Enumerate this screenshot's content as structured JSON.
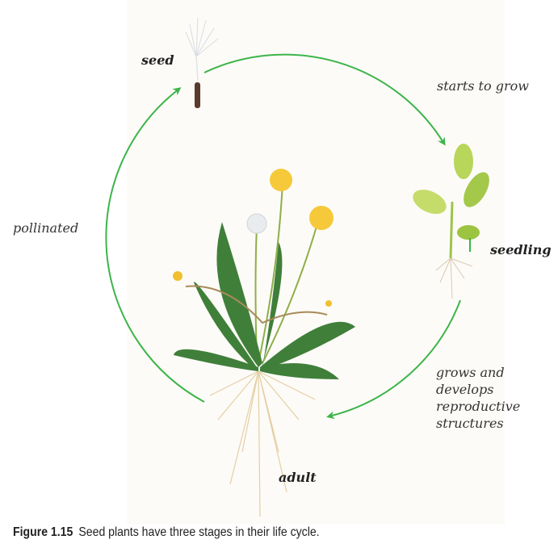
{
  "stages": {
    "seed": "seed",
    "seedling": "seedling",
    "adult": "adult"
  },
  "transitions": {
    "seed_to_seedling": "starts to grow",
    "seedling_to_adult": [
      "grows and",
      "develops",
      "reproductive",
      "structures"
    ],
    "adult_to_seed": "pollinated"
  },
  "caption": {
    "label": "Figure 1.15",
    "text": "Seed plants have three stages in their life cycle."
  },
  "colors": {
    "arrow": "#3cb54a",
    "background": "#fdfbf7"
  }
}
